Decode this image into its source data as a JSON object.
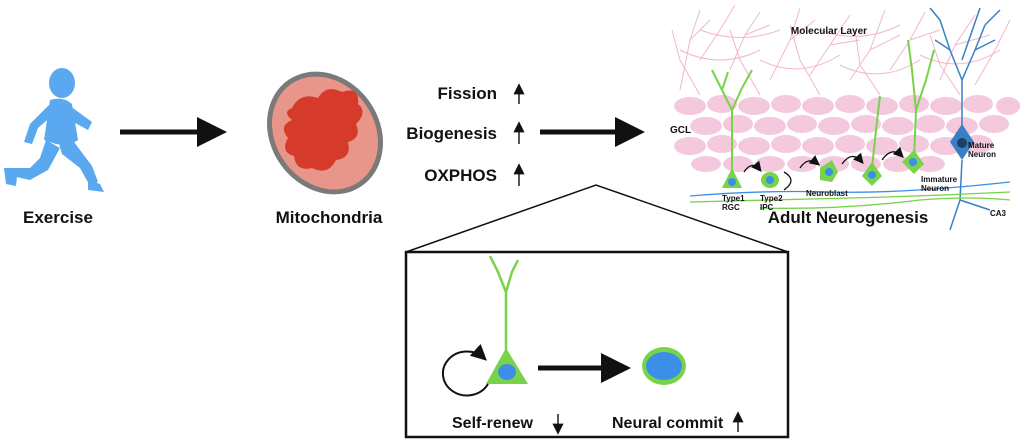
{
  "labels": {
    "exercise": "Exercise",
    "mitochondria": "Mitochondria",
    "fission": "Fission",
    "biogenesis": "Biogenesis",
    "oxphos": "OXPHOS",
    "molecular_layer": "Molecular Layer",
    "gcl": "GCL",
    "type1": "Type1",
    "rgc": "RGC",
    "type2": "Type2",
    "ipc": "IPC",
    "neuroblast": "Neuroblast",
    "immature_1": "Immature",
    "immature_2": "Neuron",
    "mature_1": "Mature",
    "mature_2": "Neuron",
    "ca3": "CA3",
    "adult_neurogenesis": "Adult Neurogenesis",
    "self_renew": "Self-renew",
    "neural_commit": "Neural commit"
  },
  "colors": {
    "runner": "#5aa8ef",
    "mito_outer": "#e8958a",
    "mito_rim": "#7a7a7a",
    "mito_inner": "#d63a2a",
    "cell_green": "#78d24a",
    "nucleus_blue": "#3b8fe6",
    "mature_neuron": "#3a7fc4",
    "gcl_pink": "#f4c9de",
    "molecular_lines": "#f2b6cc"
  }
}
